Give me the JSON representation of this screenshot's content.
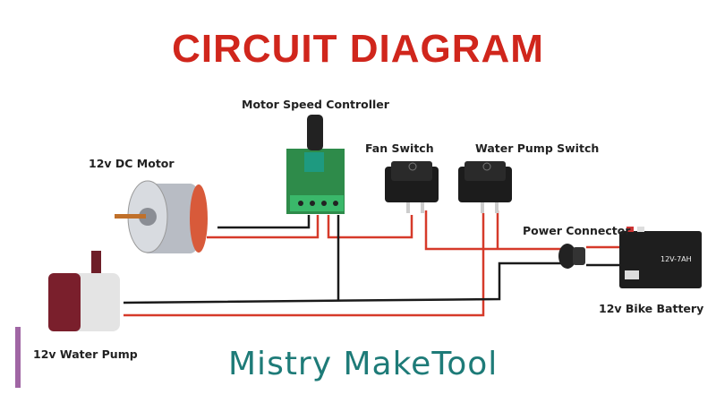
{
  "title": "CIRCUIT DIAGRAM",
  "labels": {
    "controller": "Motor Speed Controller",
    "motor": "12v DC Motor",
    "fan_switch": "Fan Switch",
    "pump_switch": "Water Pump Switch",
    "power_connector": "Power Connector",
    "battery": "12v Bike Battery",
    "pump": "12v Water Pump",
    "battery_rating": "12V-7AH"
  },
  "brand": "Mistry MakeTool",
  "colors": {
    "title": "#d0261c",
    "brand": "#1e7b78",
    "wire_positive": "#d63a2a",
    "wire_negative": "#1a1a1a",
    "accent_bar": "#a066a4"
  }
}
